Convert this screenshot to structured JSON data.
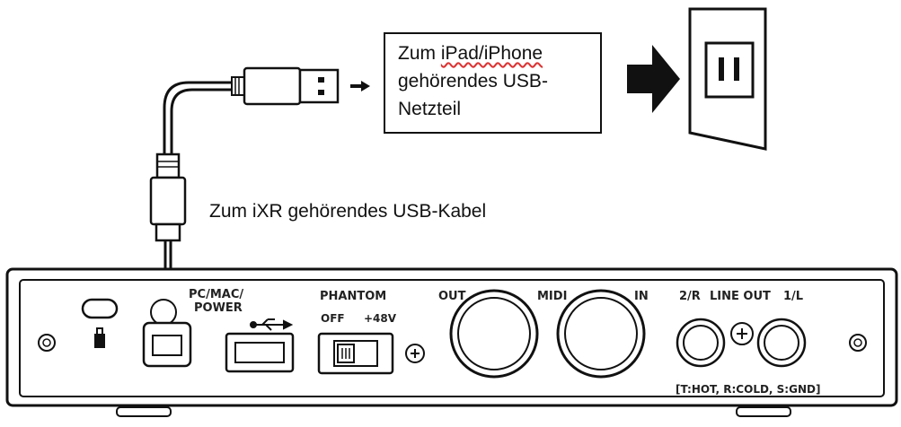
{
  "callout": {
    "line1_prefix": "Zum ",
    "line1_word": "iPad/iPhone",
    "line2": "gehörendes USB-",
    "line3": "Netzteil"
  },
  "cable_label": "Zum iXR gehörendes USB-Kabel",
  "panel": {
    "pc_mac_label": "PC/MAC/",
    "power_label": "POWER",
    "phantom_label": "PHANTOM",
    "phantom_off": "OFF",
    "phantom_on": "+48V",
    "midi_out": "OUT",
    "midi_label": "MIDI",
    "midi_in": "IN",
    "line_out_r": "2/R",
    "line_out_label": "LINE OUT",
    "line_out_l": "1/L",
    "wiring_note": "[T:HOT, R:COLD, S:GND]"
  }
}
